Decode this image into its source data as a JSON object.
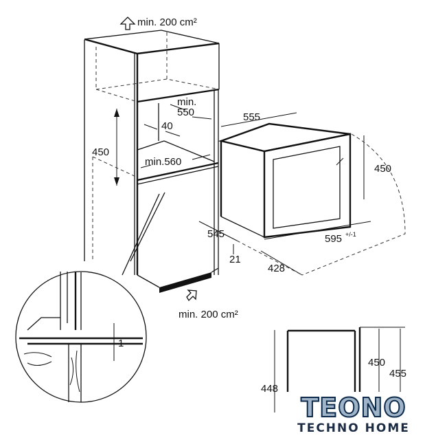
{
  "labels": {
    "vent_top": "min. 200 cm²",
    "vent_bottom": "min. 200 cm²",
    "niche_depth": "min.\n550",
    "niche_depth_line1": "min.",
    "niche_depth_line2": "550",
    "gap": "40",
    "niche_height": "450",
    "niche_width": "min.560",
    "oven_width_top": "555",
    "oven_height": "450",
    "oven_depth": "545",
    "oven_front_width": "595",
    "oven_front_tolerance": "+/-1",
    "door_thickness": "21",
    "door_open": "428",
    "detail_gap": "1",
    "side_448": "448",
    "side_450": "450",
    "side_455": "455"
  },
  "logo": {
    "brand": "TEONO",
    "tagline": "TECHNO HOME"
  }
}
